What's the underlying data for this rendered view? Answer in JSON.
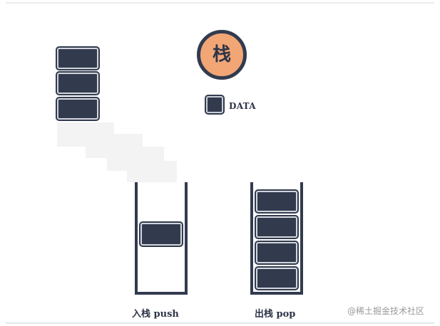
{
  "title": {
    "text": "栈",
    "fill_color": "#f2a676",
    "border_color": "#323b4e"
  },
  "legend": {
    "label": "DATA",
    "box_color": "#323b4e"
  },
  "push": {
    "caption": "入栈 push",
    "stored_blocks": 1
  },
  "pop": {
    "caption": "出栈 pop",
    "stored_blocks": 4
  },
  "source_stack": {
    "blocks": 3
  },
  "watermark": "@稀土掘金技术社区",
  "colors": {
    "block": "#323b4e",
    "block_inner_border": "#d2d5dc",
    "text": "#2e3547",
    "trail": "#f3f3f3"
  }
}
